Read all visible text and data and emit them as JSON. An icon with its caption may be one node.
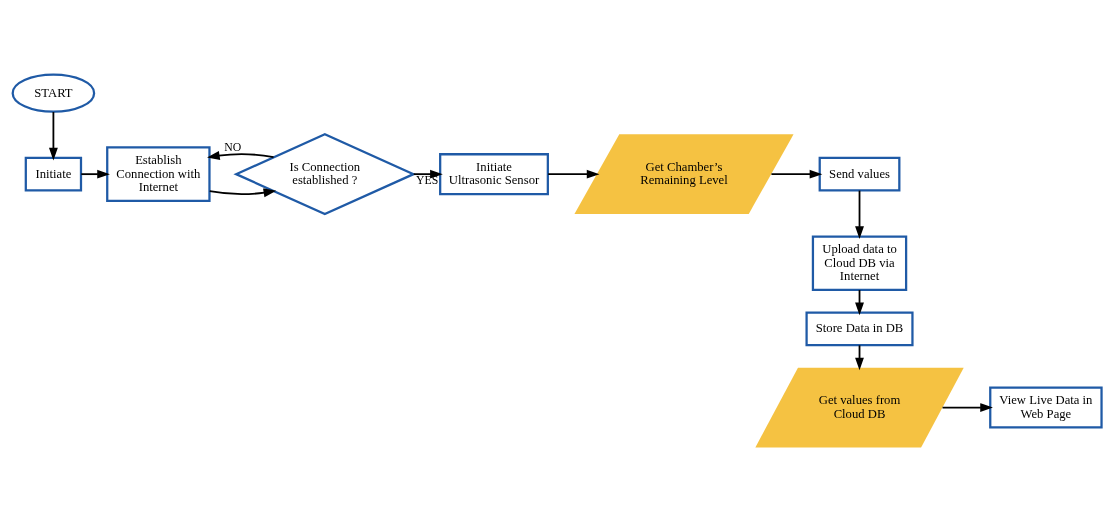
{
  "diagram": {
    "nodes": [
      {
        "text": [
          "START"
        ]
      },
      {
        "text": [
          "Initiate"
        ]
      },
      {
        "text": [
          "Establish Connection with Internet"
        ]
      },
      {
        "text": [
          "Is Connection established ?"
        ]
      },
      {
        "text": [
          "Initiate Ultrasonic Sensor"
        ]
      },
      {
        "text": [
          "Get Chamber’s Remaining Level"
        ]
      },
      {
        "text": [
          "Send values"
        ]
      },
      {
        "text": [
          "Upload data to Cloud DB via Internet"
        ]
      },
      {
        "text": [
          "Store Data in DB"
        ]
      },
      {
        "text": [
          "Get values from Cloud DB"
        ]
      },
      {
        "text": [
          "View Live Data in Web Page"
        ]
      }
    ],
    "edges": [
      {
        "from": 0,
        "to": 1,
        "arrow": "to"
      },
      {
        "from": 1,
        "to": 2,
        "arrow": "to"
      },
      {
        "from": 2,
        "to": 3,
        "arrow": "to"
      },
      {
        "from": 3,
        "to": 4,
        "arrow": "to",
        "label": "YES"
      },
      {
        "from": 3,
        "to": 2,
        "arrow": "to",
        "label": "NO"
      },
      {
        "from": 4,
        "to": 5,
        "arrow": "to"
      },
      {
        "from": 5,
        "to": 6,
        "arrow": "to"
      },
      {
        "from": 6,
        "to": 7,
        "arrow": "to"
      },
      {
        "from": 7,
        "to": 8,
        "arrow": "to"
      },
      {
        "from": 8,
        "to": 9,
        "arrow": "to"
      },
      {
        "from": 9,
        "to": 10,
        "arrow": "to"
      }
    ]
  }
}
